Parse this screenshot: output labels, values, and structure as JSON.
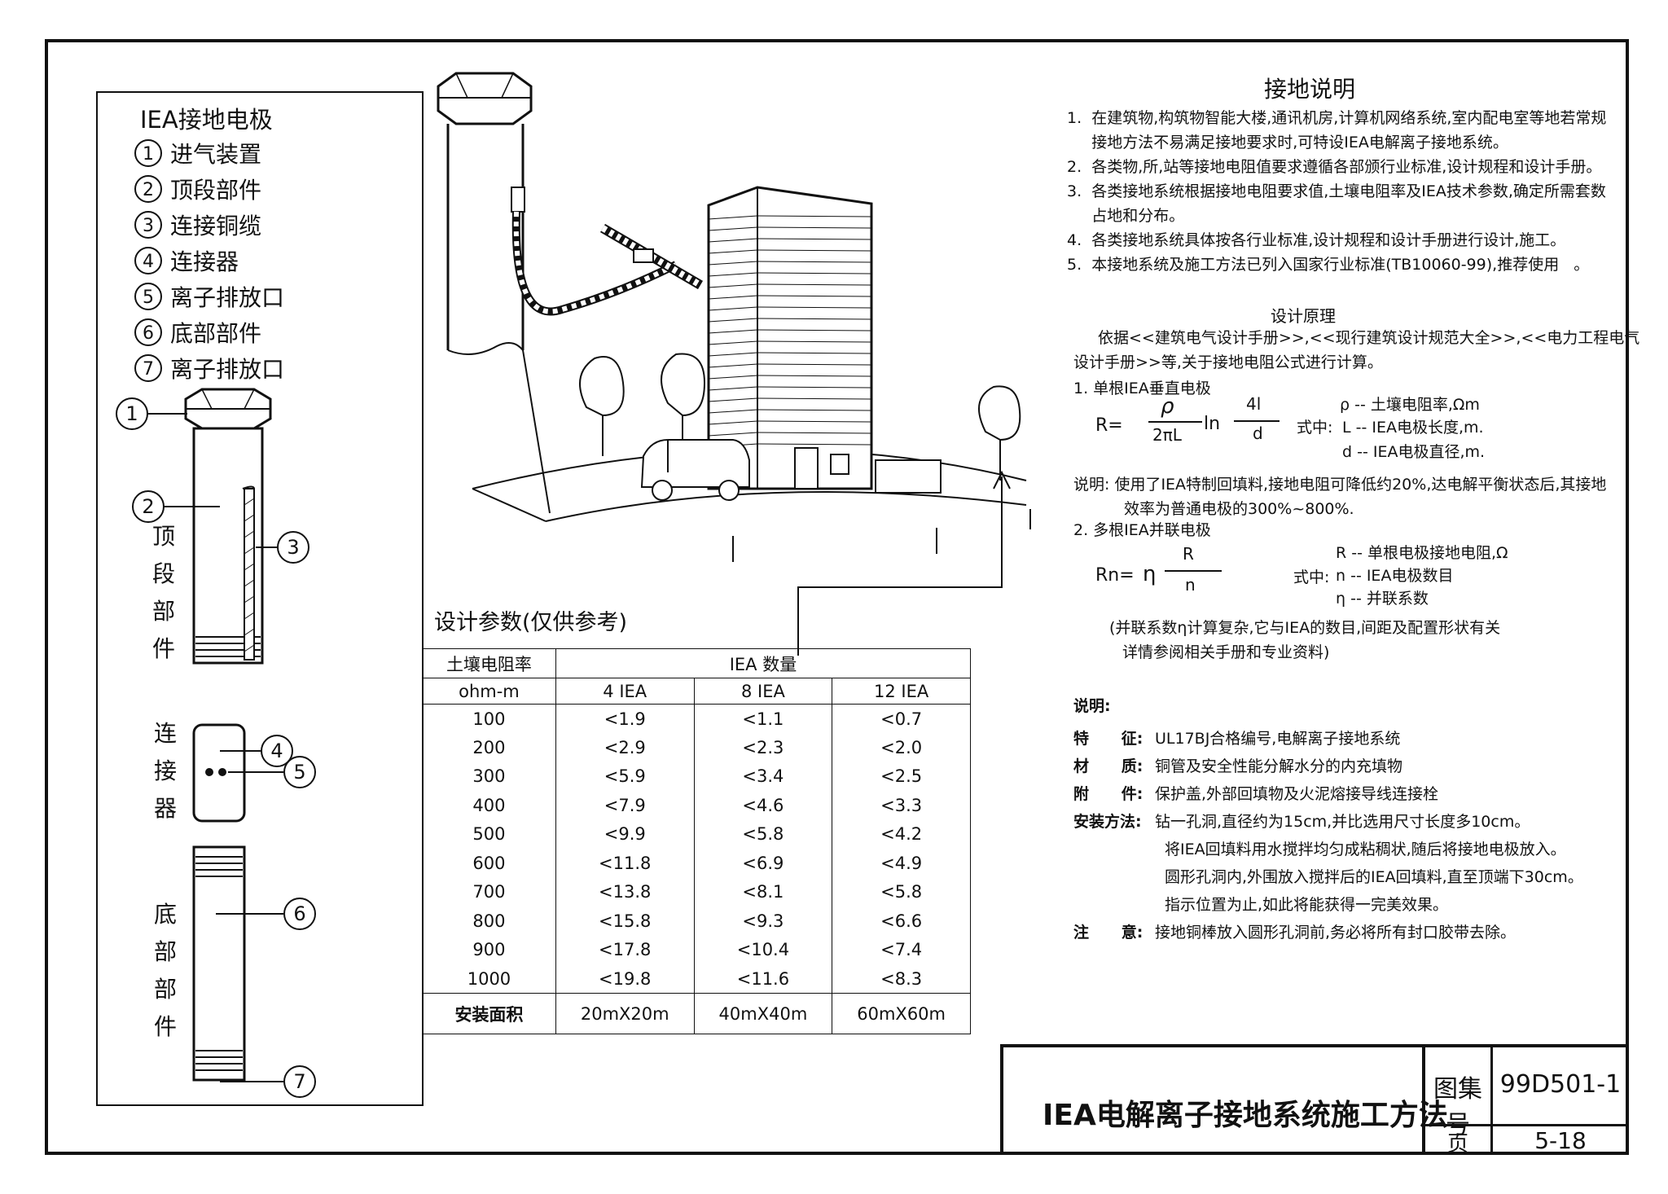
{
  "legend": {
    "title": "IEA接地电极",
    "items": [
      {
        "num": "1",
        "label": "进气装置"
      },
      {
        "num": "2",
        "label": "顶段部件"
      },
      {
        "num": "3",
        "label": "连接铜缆"
      },
      {
        "num": "4",
        "label": "连接器"
      },
      {
        "num": "5",
        "label": "离子排放口"
      },
      {
        "num": "6",
        "label": "底部部件"
      },
      {
        "num": "7",
        "label": "离子排放口"
      }
    ]
  },
  "electrode": {
    "top_section_label": [
      "顶",
      "段",
      "部",
      "件"
    ],
    "connector_label": [
      "连",
      "接",
      "器"
    ],
    "bottom_section_label": [
      "底",
      "部",
      "部",
      "件"
    ],
    "callouts": [
      "1",
      "2",
      "3",
      "4",
      "5",
      "6",
      "7"
    ]
  },
  "notes": {
    "title": "接地说明",
    "items": [
      "1.  在建筑物,构筑物智能大楼,通讯机房,计算机网络系统,室内配电室等地若常规",
      "     接地方法不易满足接地要求时,可特设IEA电解离子接地系统。",
      "2.  各类物,所,站等接地电阻值要求遵循各部颁行业标准,设计规程和设计手册。",
      "3.  各类接地系统根据接地电阻要求值,土壤电阻率及IEA技术参数,确定所需套数",
      "     占地和分布。",
      "4.  各类接地系统具体按各行业标准,设计规程和设计手册进行设计,施工。",
      "5.  本接地系统及施工方法已列入国家行业标准(TB10060-99),推荐使用   。"
    ]
  },
  "design": {
    "title": "设计原理",
    "intro_1": "依据<<建筑电气设计手册>>,<<现行建筑设计规范大全>>,<<电力工程电气",
    "intro_2": "设计手册>>等,关于接地电阻公式进行计算。",
    "single_heading": "1.  单根IEA垂直电极",
    "f1_lhs": "R=",
    "f1_num": "ρ",
    "f1_den": "2πL",
    "f1_ln": "ln",
    "f1_num2": "4l",
    "f1_den2": "d",
    "where": "式中:",
    "f1_v1": "ρ --  土壤电阻率,Ωm",
    "f1_v2": "L --  IEA电极长度,m.",
    "f1_v3": "d --  IEA电极直径,m.",
    "note_1": "说明:  使用了IEA特制回填料,接地电阻可降低约20%,达电解平衡状态后,其接地",
    "note_2": "效率为普通电极的300%~800%.",
    "multi_heading": "2.  多根IEA并联电极",
    "f2_lhs": "Rn=",
    "f2_eta": "η",
    "f2_num": "R",
    "f2_den": "n",
    "f2_v1": "R --  单根电极接地电阻,Ω",
    "f2_v2": "n --  IEA电极数目",
    "f2_v3": "η --  并联系数",
    "f2_note_1": "(并联系数η计算复杂,它与IEA的数目,间距及配置形状有关",
    "f2_note_2": "详情参阅相关手册和专业资料)"
  },
  "spec": {
    "title": "说明:",
    "rows": [
      {
        "label": "特      征:",
        "text": "UL17BJ合格编号,电解离子接地系统"
      },
      {
        "label": "材      质:",
        "text": "铜管及安全性能分解水分的内充填物"
      },
      {
        "label": "附      件:",
        "text": "保护盖,外部回填物及火泥熔接导线连接栓"
      },
      {
        "label": "安装方法:",
        "text": "钻一孔洞,直径约为15cm,并比选用尺寸长度多10cm。"
      },
      {
        "label": "",
        "text": "将IEA回填料用水搅拌均匀成粘稠状,随后将接地电极放入。"
      },
      {
        "label": "",
        "text": "圆形孔洞内,外围放入搅拌后的IEA回填料,直至顶端下30cm。"
      },
      {
        "label": "",
        "text": "指示位置为止,如此将能获得一完美效果。"
      },
      {
        "label": "注      意:",
        "text": "接地铜棒放入圆形孔洞前,务必将所有封口胶带去除。"
      }
    ]
  },
  "params": {
    "title": "设计参数(仅供参考)",
    "header_resistivity": "土壤电阻率",
    "header_unit": "ohm-m",
    "header_count": "IEA 数量",
    "columns": [
      "4 IEA",
      "8 IEA",
      "12 IEA"
    ],
    "rows": [
      [
        "100",
        "<1.9",
        "<1.1",
        "<0.7"
      ],
      [
        "200",
        "<2.9",
        "<2.3",
        "<2.0"
      ],
      [
        "300",
        "<5.9",
        "<3.4",
        "<2.5"
      ],
      [
        "400",
        "<7.9",
        "<4.6",
        "<3.3"
      ],
      [
        "500",
        "<9.9",
        "<5.8",
        "<4.2"
      ],
      [
        "600",
        "<11.8",
        "<6.9",
        "<4.9"
      ],
      [
        "700",
        "<13.8",
        "<8.1",
        "<5.8"
      ],
      [
        "800",
        "<15.8",
        "<9.3",
        "<6.6"
      ],
      [
        "900",
        "<17.8",
        "<10.4",
        "<7.4"
      ],
      [
        "1000",
        "<19.8",
        "<11.6",
        "<8.3"
      ]
    ],
    "area_label": "安装面积",
    "area": [
      "20mX20m",
      "40mX40m",
      "60mX60m"
    ]
  },
  "title_block": {
    "title": "IEA电解离子接地系统施工方法",
    "atlas_label": "图集号",
    "atlas_value": "99D501-1",
    "page_label": "页",
    "page_value": "5-18"
  }
}
